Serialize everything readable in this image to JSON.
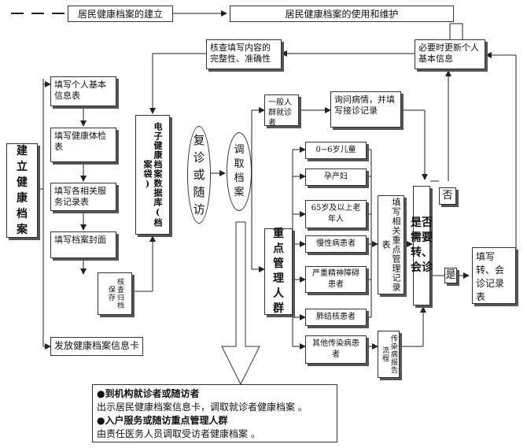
{
  "header": {
    "establish": "居民健康档案的建立",
    "use": "居民健康档案的使用和维护"
  },
  "establish": {
    "main": "建立健康档案",
    "steps": [
      "填写个人基本信息表",
      "填写健康体检表",
      "填写各相关服务记录表",
      "填写档案封面"
    ],
    "archive": "核查归档保存",
    "card": "发放健康档案信息卡",
    "ehr": "电子健康档案数据库(档案袋)"
  },
  "maintain": {
    "check": "核查填写内容的完整性、准确性",
    "update": "必要时更新个人基本信息",
    "revisit": "复诊或随访",
    "retrieve": "调取档案",
    "general": "一般人群就诊者",
    "inquiry": "询问病情，并填写接诊记录",
    "key_group": "重点管理人群",
    "groups": [
      "0~6岁儿童",
      "孕产妇",
      "65岁及以上老年人",
      "慢性病患者",
      "严重精神障碍患者",
      "肺结核患者",
      "其他传染病患者"
    ],
    "fill_key": "填写相关重点管理记录表",
    "fill_infect": "传染病报告流程",
    "decision": "是否需要转、会诊",
    "no": "否",
    "yes": "是",
    "referral": "填写转、会诊记录表"
  },
  "notes": {
    "visit_title": "●到机构就诊者或随访者",
    "visit_text": "出示居民健康档案信息卡，调取就诊者健康档案 。",
    "home_title": "●入户服务或随访重点管理人群",
    "home_text": "由责任医务人员调取受访者健康档案 。"
  }
}
